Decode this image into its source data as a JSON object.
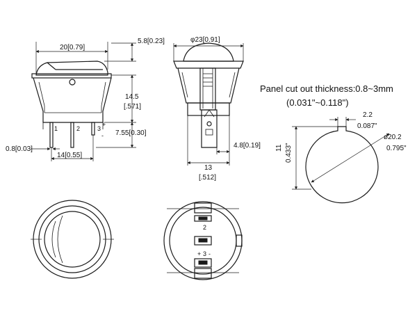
{
  "notes": {
    "panel_line1": "Panel cut out thickness:0.8~3mm",
    "panel_line2": "(0.031\"~0.118\")"
  },
  "dims": {
    "width_top": "20[0.79]",
    "height_top": "5.8[0.23]",
    "body_height_mm": "14.5",
    "body_height_in": "[.571]",
    "terminal_len": "7.55[0.30]",
    "terminal_thk": "0.8[0.03]",
    "pitch": "14[0.55]",
    "bezel_dia": "φ23[0.91]",
    "term_offset": "4.8[0.19]",
    "depth_mm": "13",
    "depth_in": "[.512]",
    "key_width_mm": "2.2",
    "key_width_in": "0.087\"",
    "flat_mm": "11",
    "flat_in": "0.433\"",
    "cutout_dia_mm": "ø20.2",
    "cutout_dia_in": "0.795\""
  },
  "pins": {
    "p1": "1",
    "p2": "2",
    "p3": "3",
    "plus": "+",
    "minus": "-",
    "back_2": "2",
    "back_3": "3",
    "back_plus": "+",
    "back_minus": "-"
  }
}
